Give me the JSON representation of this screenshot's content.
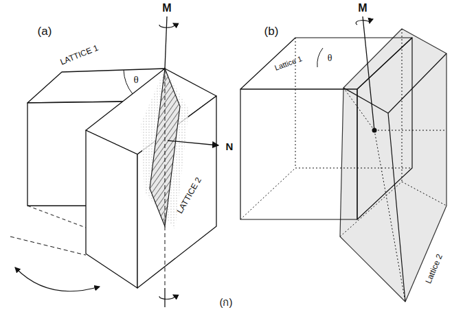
{
  "diagram": {
    "labels": [
      "(a)",
      "M",
      "LATTICE 1",
      "θ",
      "N",
      "LATTICE 2",
      "(b)",
      "M",
      "Lattice 1",
      "θ",
      "Lattice 2",
      "(ก)"
    ]
  }
}
